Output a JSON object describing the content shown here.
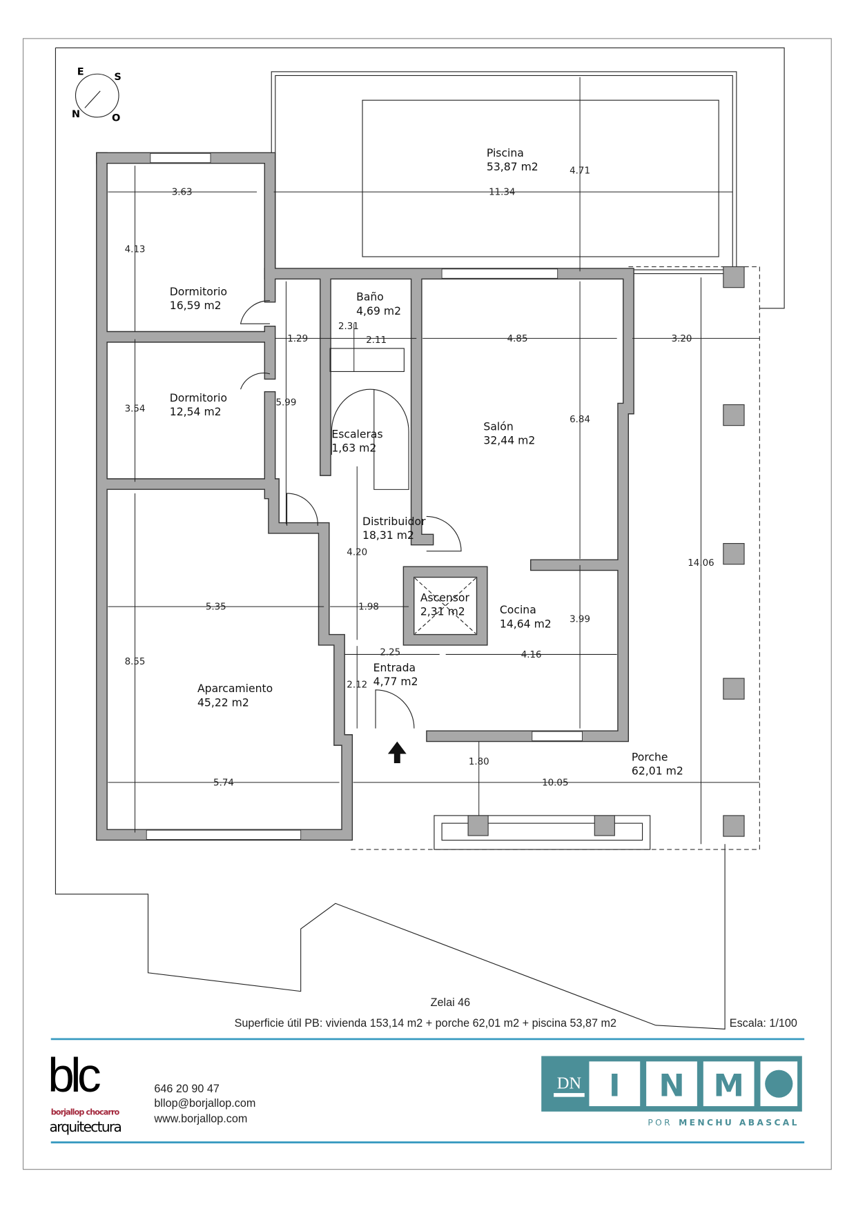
{
  "compass": {
    "e": "E",
    "s": "S",
    "n": "N",
    "o": "O"
  },
  "rooms": [
    {
      "name": "Piscina",
      "area": "53,87 m2"
    },
    {
      "name": "Dormitorio",
      "area": "16,59 m2"
    },
    {
      "name": "Baño",
      "area": "4,69 m2"
    },
    {
      "name": "Dormitorio",
      "area": "12,54 m2"
    },
    {
      "name": "Escaleras",
      "area": "1,63 m2"
    },
    {
      "name": "Salón",
      "area": "32,44 m2"
    },
    {
      "name": "Distribuidor",
      "area": "18,31 m2"
    },
    {
      "name": "Ascensor",
      "area": "2,31 m2"
    },
    {
      "name": "Cocina",
      "area": "14,64 m2"
    },
    {
      "name": "Entrada",
      "area": "4,77 m2"
    },
    {
      "name": "Aparcamiento",
      "area": "45,22 m2"
    },
    {
      "name": "Porche",
      "area": "62,01 m2"
    }
  ],
  "dimensions": [
    "3.63",
    "11.34",
    "4.71",
    "4.13",
    "3.54",
    "5.99",
    "1.29",
    "2.31",
    "2.11",
    "4.85",
    "3.20",
    "6.84",
    "14.06",
    "4.20",
    "5.35",
    "1.98",
    "3.99",
    "8.55",
    "2.25",
    "4.16",
    "2.12",
    "1.80",
    "5.74",
    "10.05"
  ],
  "footer": {
    "title": "Zelai 46",
    "surface": "Superficie útil PB: vivienda 153,14 m2 + porche 62,01 m2 + piscina  53,87 m2",
    "scale": "Escala: 1/100",
    "phone": "646 20 90 47",
    "email": "bllop@borjallop.com",
    "web": "www.borjallop.com",
    "logo_left": {
      "mark": "blc",
      "name": "borjallop chocarro",
      "sub": "arquitectura"
    },
    "logo_right": {
      "dn": "DN",
      "letters": [
        "I",
        "N",
        "M"
      ],
      "tag_por": "POR",
      "tag_name": "MENCHU ABASCAL"
    }
  },
  "colors": {
    "wall": "#a8a8a8",
    "rule": "#3a9bc1",
    "brand_teal": "#4b8f98",
    "web_red": "#a3283c"
  }
}
